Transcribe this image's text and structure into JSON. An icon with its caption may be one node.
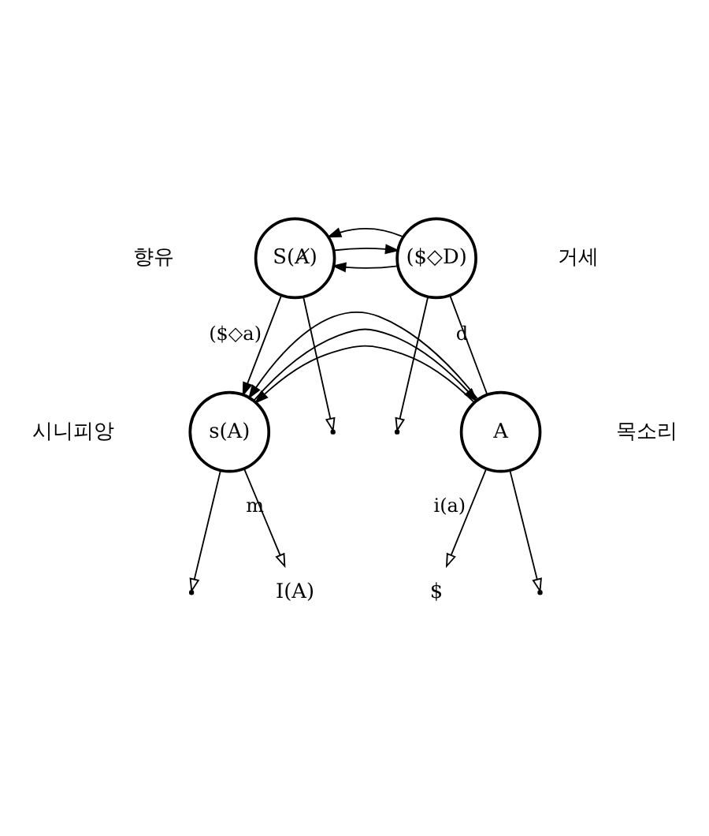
{
  "diagram": {
    "nodes": [
      {
        "text": [
          "S(Ⱥ)"
        ]
      },
      {
        "text": [
          "($◇D)"
        ]
      },
      {
        "text": [
          "s(A)"
        ]
      },
      {
        "text": [
          "A"
        ]
      },
      {
        "text": [
          "I(A)"
        ]
      },
      {
        "text": [
          "$"
        ]
      }
    ],
    "edges": [
      {
        "from": 1,
        "to": 0,
        "arrow": "to"
      },
      {
        "from": 0,
        "to": 1,
        "arrow": "to"
      },
      {
        "from": 0,
        "to": null,
        "arrow": "to"
      },
      {
        "from": 1,
        "to": null,
        "arrow": "to"
      },
      {
        "from": 0,
        "to": 2,
        "arrow": "to",
        "label": "($◇a)"
      },
      {
        "from": 1,
        "to": 0,
        "arrow": "to"
      },
      {
        "from": 3,
        "to": 2,
        "arrow": "to"
      },
      {
        "from": 2,
        "to": 3,
        "arrow": "to"
      },
      {
        "from": 2,
        "to": null,
        "arrow": "to"
      },
      {
        "from": 3,
        "to": null,
        "arrow": "to"
      },
      {
        "from": 3,
        "to": 2,
        "arrow": "to"
      },
      {
        "from": 2,
        "to": 4,
        "arrow": "to",
        "label": "m"
      },
      {
        "from": 3,
        "to": 5,
        "arrow": "to",
        "label": "i(a)"
      },
      {
        "from": 3,
        "to": 1,
        "arrow": "none",
        "label": "d"
      }
    ],
    "labels": [
      "향유",
      "거세",
      "시니피앙",
      "목소리"
    ]
  }
}
